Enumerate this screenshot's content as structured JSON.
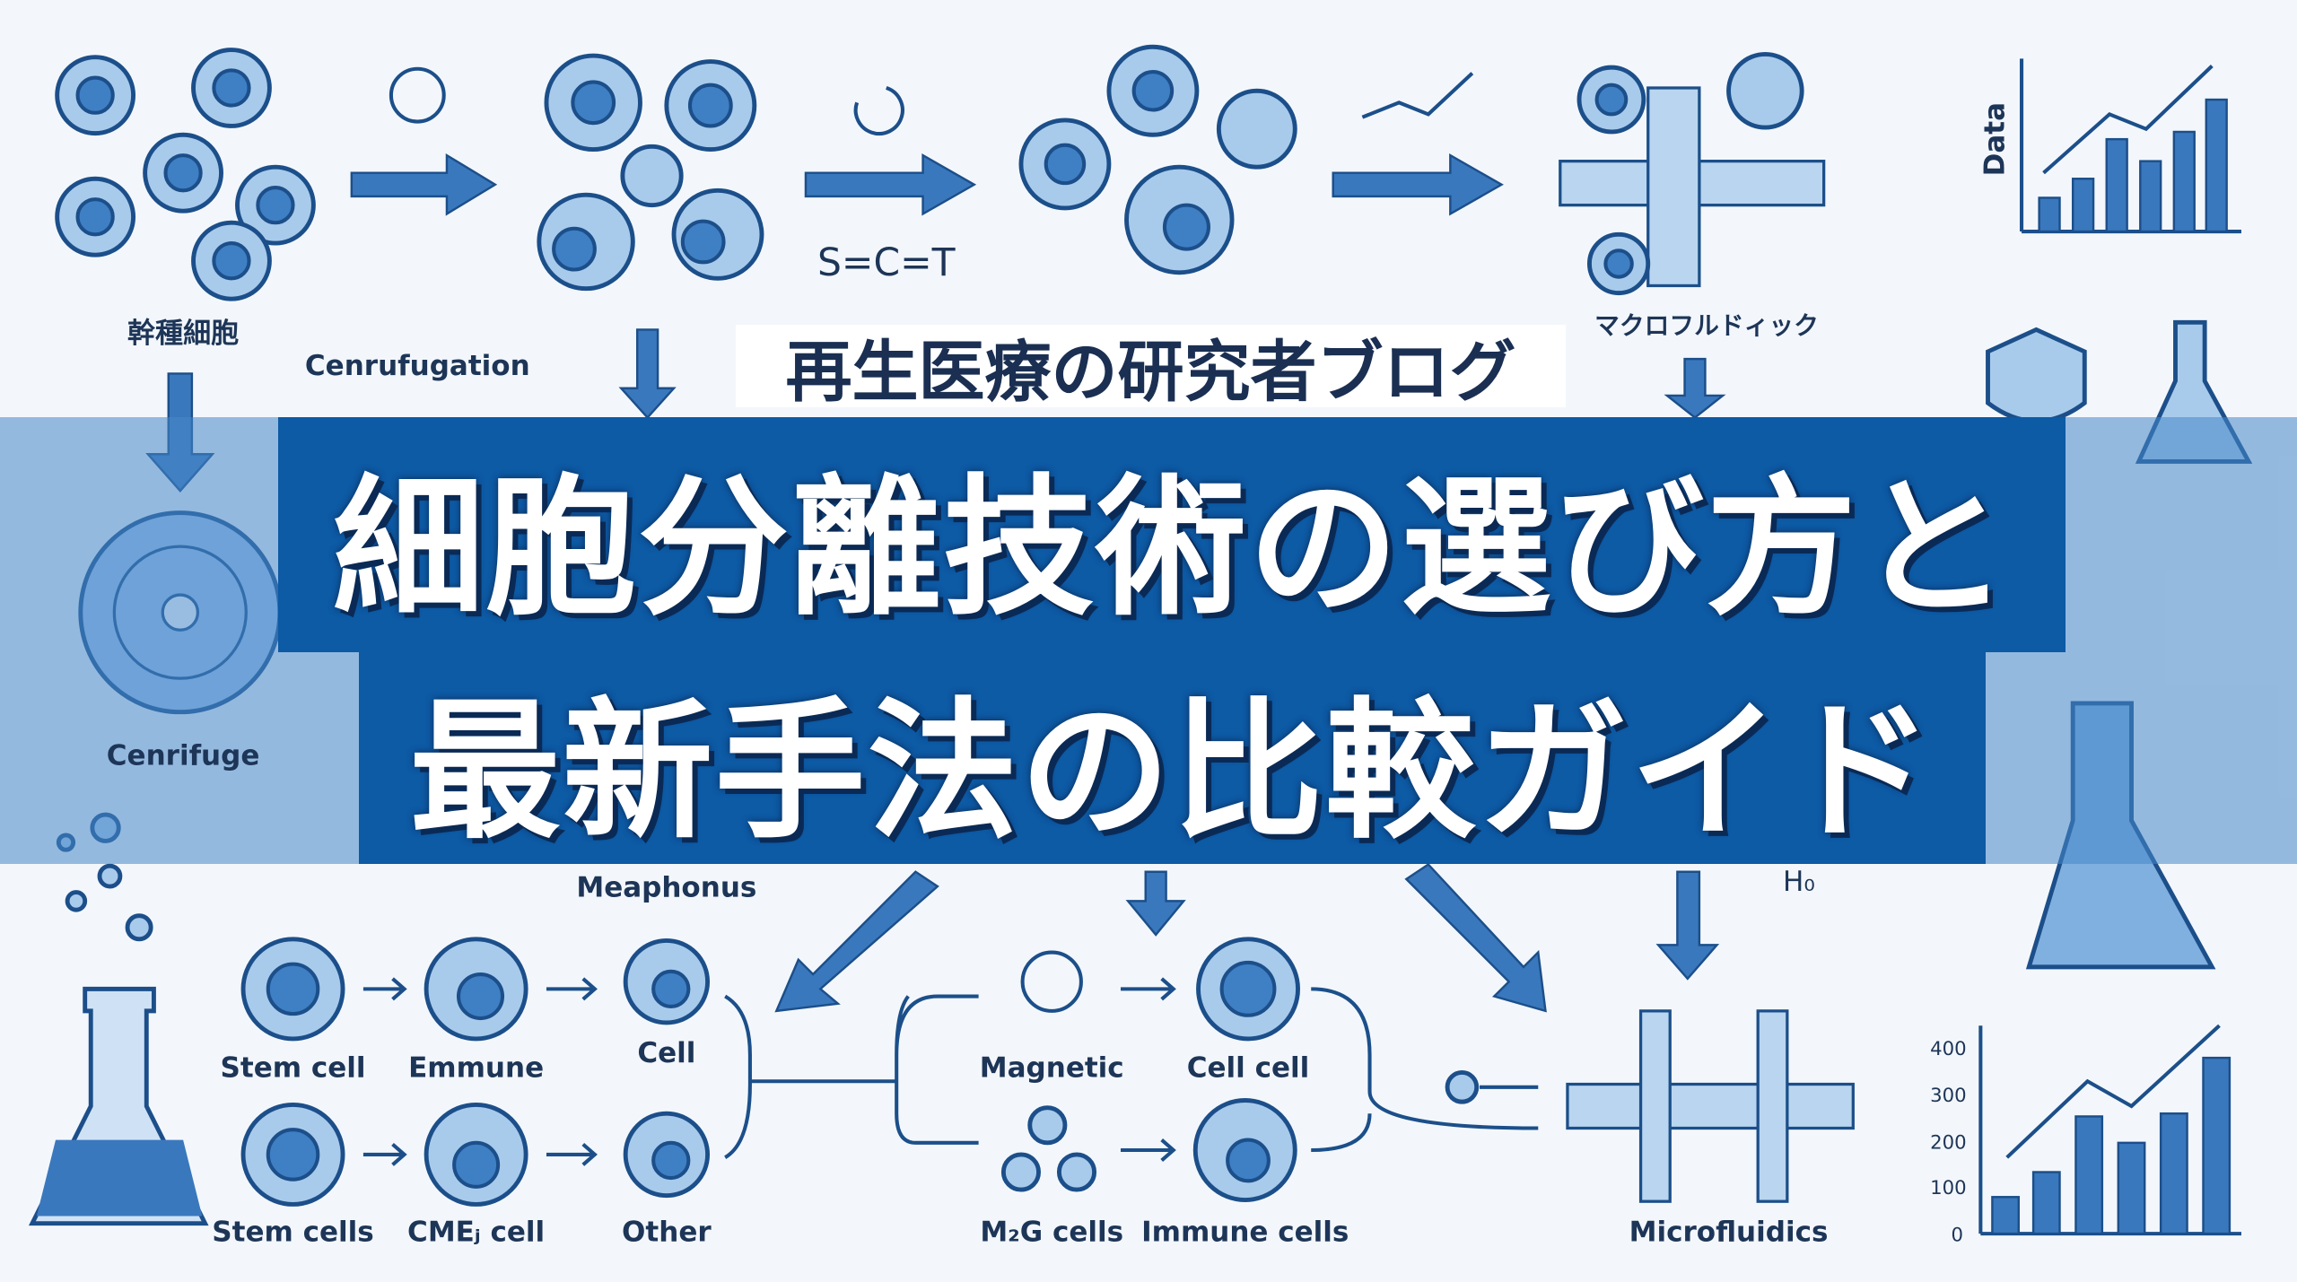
{
  "header": {
    "blog_name": "再生医療の研究者ブログ",
    "title_line1": "細胞分離技術の選び方と",
    "title_line2": "最新手法の比較ガイド"
  },
  "illustration_labels": {
    "stem_cells_jp": "幹種細胞",
    "centrifugation": "Cenrufugation",
    "centrifuge": "Cenrifuge",
    "microfluidic_jp": "マクロフルドィック",
    "sct": "S=C=T",
    "meaphonus": "Meaphonus",
    "ho": "H₀",
    "data": "Data",
    "stem_cell": "Stem cell",
    "emmune": "Emmune",
    "cell": "Cell",
    "magnetic": "Magnetic",
    "cell_cell": "Cell cell",
    "stem_cells": "Stem cells",
    "cme_cell": "CMEⱼ cell",
    "other": "Other",
    "m2g_cells": "M₂G cells",
    "immune_cells": "Immune cells",
    "microfluidics": "Microfluidics"
  },
  "chart_ticks": [
    "400",
    "300",
    "200",
    "100",
    "0"
  ],
  "colors": {
    "title_box": "#0d5aa5",
    "accent": "#3a78bd",
    "text_dark": "#1d3557"
  }
}
